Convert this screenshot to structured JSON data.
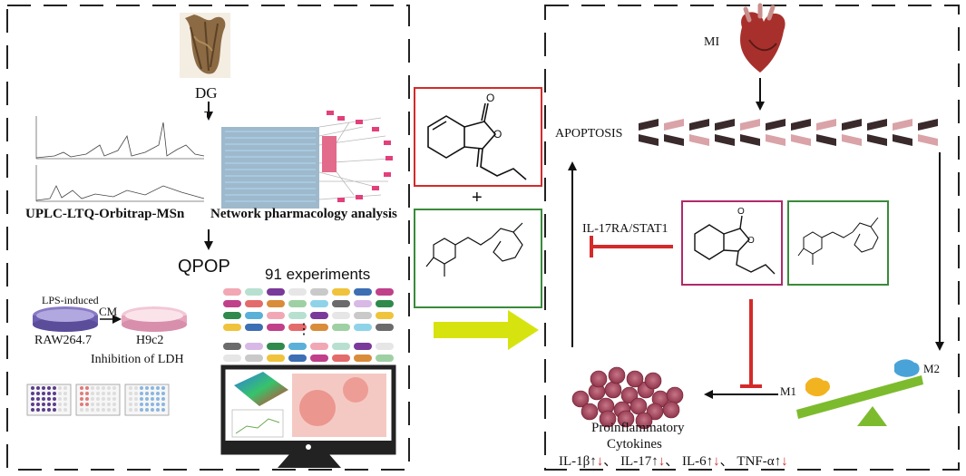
{
  "left_panel": {
    "herb_label": "DG",
    "uplc_label": "UPLC-LTQ-Orbitrap-MSn",
    "network_label": "Network pharmacology analysis",
    "qpop_label": "QPOP",
    "experiments_label": "91 experiments",
    "lps_label": "LPS-induced",
    "cm_label": "CM",
    "raw_label": "RAW264.7",
    "h9c2_label": "H9c2",
    "ldh_label": "Inhibition of LDH",
    "ellipsis": "⋮"
  },
  "middle": {
    "plus": "+"
  },
  "right_panel": {
    "mi_label": "MI",
    "apoptosis_label": "APOPTOSIS",
    "pathway_label": "IL-17RA/STAT1",
    "m1_label": "M1",
    "m2_label": "M2",
    "cytokines_line1": "Proinflammatory",
    "cytokines_line2": "Cytokines",
    "markers": [
      {
        "name": "IL-1β↑",
        "arrow": "↓",
        "sep": "、"
      },
      {
        "name": "IL-17↑",
        "arrow": "↓",
        "sep": "、"
      },
      {
        "name": "IL-6↑",
        "arrow": "↓",
        "sep": "、"
      },
      {
        "name": "TNF-α↑",
        "arrow": "↓",
        "sep": ""
      }
    ]
  },
  "colors": {
    "red": "#d42a2a",
    "green_border": "#3a8a3a",
    "magenta_border": "#b02a6a",
    "seesaw": "#7dbb2e",
    "big_arrow": "#d7e30f",
    "cell_dark": "#3a2a2c",
    "cell_pink": "#d9a3a8"
  }
}
